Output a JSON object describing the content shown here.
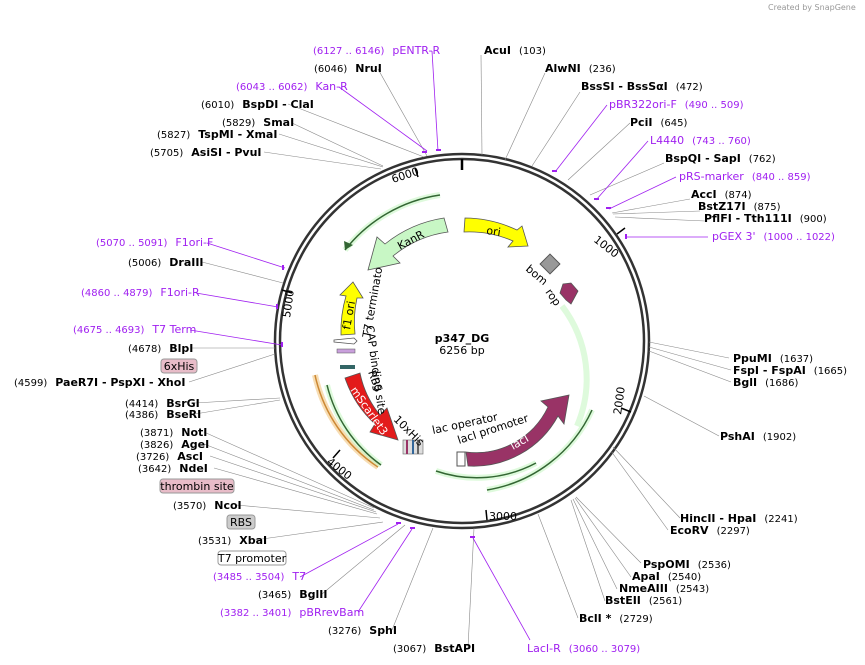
{
  "credit": "Created by SnapGene",
  "plasmid": {
    "name": "p347_DG",
    "length": "6256 bp"
  },
  "ticks": [
    "1000",
    "2000",
    "3000",
    "4000",
    "5000",
    "6000"
  ],
  "features": [
    {
      "label": "ori"
    },
    {
      "label": "bom"
    },
    {
      "label": "rop"
    },
    {
      "label": "lacI"
    },
    {
      "label": "lac operator"
    },
    {
      "label": "lacI promoter"
    },
    {
      "label": "10xHis"
    },
    {
      "label": "mScarlet3"
    },
    {
      "label": "RBS"
    },
    {
      "label": "CAP binding site"
    },
    {
      "label": "T7 terminator"
    },
    {
      "label": "f1 ori"
    },
    {
      "label": "KanR"
    }
  ],
  "labels_right": [
    {
      "name": "AcuI",
      "pos": "(103)"
    },
    {
      "name": "AlwNI",
      "pos": "(236)"
    },
    {
      "name": "BssSI  - BssSαI",
      "pos": "(472)"
    },
    {
      "name": "pBR322ori-F",
      "pos": "(490 .. 509)",
      "primer": true
    },
    {
      "name": "PciI",
      "pos": "(645)"
    },
    {
      "name": "L4440",
      "pos": "(743 .. 760)",
      "primer": true
    },
    {
      "name": "BspQI  - SapI",
      "pos": "(762)"
    },
    {
      "name": "pRS-marker",
      "pos": "(840 .. 859)",
      "primer": true
    },
    {
      "name": "AccI",
      "pos": "(874)"
    },
    {
      "name": "BstZ17I",
      "pos": "(875)"
    },
    {
      "name": "PflFI  - Tth111I",
      "pos": "(900)"
    },
    {
      "name": "pGEX 3'",
      "pos": "(1000 .. 1022)",
      "primer": true
    },
    {
      "name": "PpuMI",
      "pos": "(1637)"
    },
    {
      "name": "FspI  - FspAI",
      "pos": "(1665)"
    },
    {
      "name": "BglI",
      "pos": "(1686)"
    },
    {
      "name": "PshAI",
      "pos": "(1902)"
    },
    {
      "name": "HincII  - HpaI",
      "pos": "(2241)"
    },
    {
      "name": "EcoRV",
      "pos": "(2297)"
    },
    {
      "name": "PspOMI",
      "pos": "(2536)"
    },
    {
      "name": "ApaI",
      "pos": "(2540)"
    },
    {
      "name": "NmeAIII",
      "pos": "(2543)"
    },
    {
      "name": "BstEII",
      "pos": "(2561)"
    },
    {
      "name": "BclI *",
      "pos": "(2729)"
    },
    {
      "name": "LacI-R",
      "pos": "(3060 .. 3079)",
      "primer": true
    },
    {
      "name": "BstAPI",
      "pos": "(3067)"
    }
  ],
  "labels_left": [
    {
      "name": "pENTR-R",
      "pos": "(6127 .. 6146)",
      "primer": true
    },
    {
      "name": "NruI",
      "pos": "(6046)"
    },
    {
      "name": "Kan-R",
      "pos": "(6043 .. 6062)",
      "primer": true
    },
    {
      "name": "BspDI  - ClaI",
      "pos": "(6010)"
    },
    {
      "name": "SmaI",
      "pos": "(5829)"
    },
    {
      "name": "TspMI  - XmaI",
      "pos": "(5827)"
    },
    {
      "name": "AsiSI  - PvuI",
      "pos": "(5705)"
    },
    {
      "name": "F1ori-F",
      "pos": "(5070 .. 5091)",
      "primer": true
    },
    {
      "name": "DraIII",
      "pos": "(5006)"
    },
    {
      "name": "F1ori-R",
      "pos": "(4860 .. 4879)",
      "primer": true
    },
    {
      "name": "T7 Term",
      "pos": "(4675 .. 4693)",
      "primer": true
    },
    {
      "name": "BlpI",
      "pos": "(4678)"
    },
    {
      "name": "PaeR7I  - PspXI  - XhoI",
      "pos": "(4599)"
    },
    {
      "name": "BsrGI",
      "pos": "(4414)"
    },
    {
      "name": "BseRI",
      "pos": "(4386)"
    },
    {
      "name": "NotI",
      "pos": "(3871)"
    },
    {
      "name": "AgeI",
      "pos": "(3826)"
    },
    {
      "name": "AscI",
      "pos": "(3726)"
    },
    {
      "name": "NdeI",
      "pos": "(3642)"
    },
    {
      "name": "NcoI",
      "pos": "(3570)"
    },
    {
      "name": "XbaI",
      "pos": "(3531)"
    },
    {
      "name": "T7",
      "pos": "(3485 .. 3504)",
      "primer": true
    },
    {
      "name": "BglII",
      "pos": "(3465)"
    },
    {
      "name": "pBRrevBam",
      "pos": "(3382 .. 3401)",
      "primer": true
    },
    {
      "name": "SphI",
      "pos": "(3276)"
    }
  ],
  "boxed_labels": [
    {
      "name": "6xHis"
    },
    {
      "name": "thrombin site"
    },
    {
      "name": "RBS"
    },
    {
      "name": "T7 promoter"
    }
  ],
  "colors": {
    "backbone": "#333333",
    "primer": "#a020f0",
    "ori": "#ffff00",
    "kanr": "#c8f7c5",
    "f1ori": "#ffff00",
    "laci": "#993366",
    "mscarlet": "#e31b1b",
    "rop": "#993366",
    "bom": "#999999"
  }
}
